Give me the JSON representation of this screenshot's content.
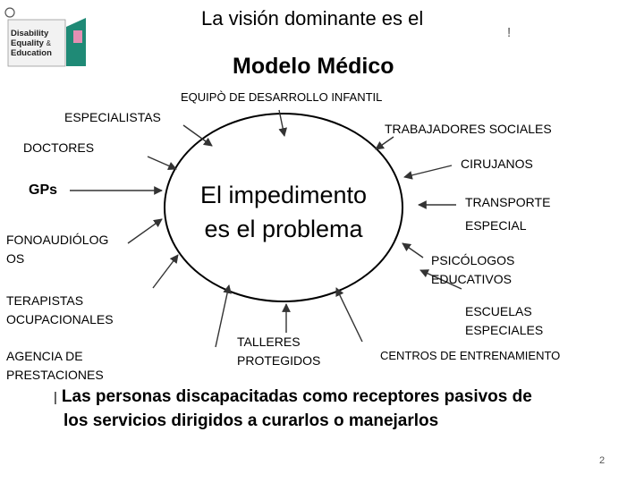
{
  "title": "La visión dominante es el",
  "subtitle": "Modelo Médico",
  "stray_mark": "!",
  "logo": {
    "line1": "Disability",
    "line2": "Equality",
    "amp": "&",
    "line3": "Education"
  },
  "center": {
    "line1": "El impedimento",
    "line2": "es el problema"
  },
  "labels": {
    "equipo": "EQUIPÒ DE DESARROLLO INFANTIL",
    "especialistas": "ESPECIALISTAS",
    "trabajadores": "TRABAJADORES SOCIALES",
    "doctores": "DOCTORES",
    "cirujanos": "CIRUJANOS",
    "gps": "GPs",
    "transporte_1": "TRANSPORTE",
    "transporte_2": "ESPECIAL",
    "fono_1": "FONOAUDIÓLOG",
    "fono_2": "OS",
    "psico_1": "PSICÓLOGOS",
    "psico_2": "EDUCATIVOS",
    "terap_1": "TERAPISTAS",
    "terap_2": "OCUPACIONALES",
    "escuelas_1": "ESCUELAS",
    "escuelas_2": "ESPECIALES",
    "talleres_1": "TALLERES",
    "talleres_2": "PROTEGIDOS",
    "centros": "CENTROS DE ENTRENAMIENTO",
    "agencia_1": "AGENCIA DE",
    "agencia_2": "PRESTACIONES"
  },
  "footer": {
    "bullet": "|",
    "line1": "Las personas discapacitadas como receptores pasivos de",
    "line2": "los servicios dirigidos a curarlos o manejarlos"
  },
  "page_number": "2",
  "colors": {
    "logo_green": "#1f8a76",
    "logo_pink": "#e58fb3",
    "arrow": "#333333"
  }
}
